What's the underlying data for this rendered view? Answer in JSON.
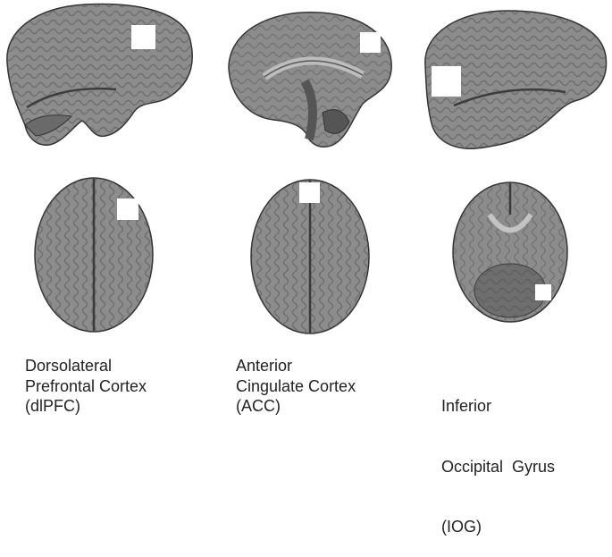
{
  "regions": [
    {
      "id": "dlpfc",
      "caption": [
        "Dorsolateral",
        "Prefrontal Cortex",
        "(dlPFC)"
      ]
    },
    {
      "id": "acc",
      "caption": [
        "Anterior",
        "Cingulate Cortex",
        "(ACC)"
      ]
    },
    {
      "id": "iog",
      "caption": [
        "Inferior",
        "Occipital  Gyrus",
        "(IOG)"
      ]
    }
  ],
  "colors": {
    "brain_tissue": "#8c8c8c",
    "sulci": "#4a4a4a",
    "roi_marker": "#ffffff",
    "background": "#ffffff"
  }
}
